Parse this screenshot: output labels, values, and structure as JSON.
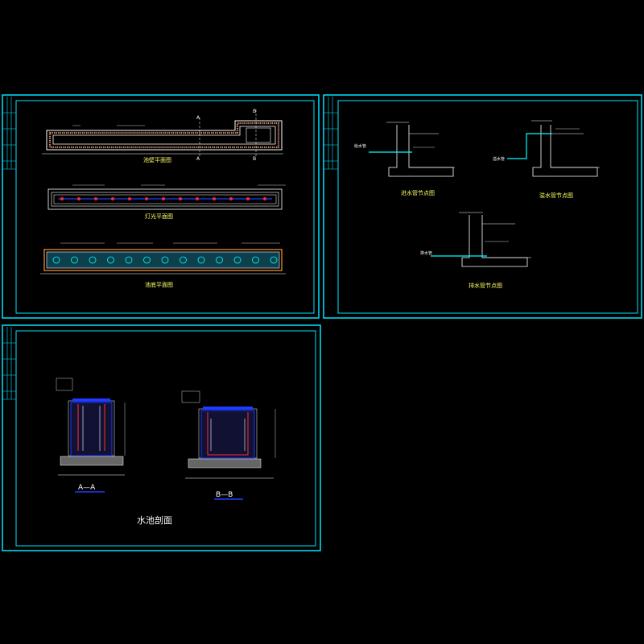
{
  "colors": {
    "background": "#000000",
    "frame": "#00E5FF",
    "line": "#FFFFFF",
    "pipe": "#1E3CFF",
    "light": "#FF2A2A",
    "hatch": "#CCCCCC",
    "text": "#FFFFFF",
    "annotation": "#FFFF66",
    "water": "#00FFFF",
    "rebar": "#FF3030"
  },
  "sheets": {
    "plans": {
      "title_1": "池壁平面图",
      "title_2": "灯光平面图",
      "title_3": "池底平面图",
      "section_mark_a": "A",
      "section_mark_b": "B"
    },
    "details": {
      "title_1": "进水管节点图",
      "title_2": "溢水管节点图",
      "title_3": "排水管节点图",
      "label_1": "给水管",
      "label_2": "溢水管",
      "label_3": "排水管"
    },
    "sections": {
      "section_a": "A—A",
      "section_b": "B—B",
      "title": "水池剖面"
    }
  }
}
